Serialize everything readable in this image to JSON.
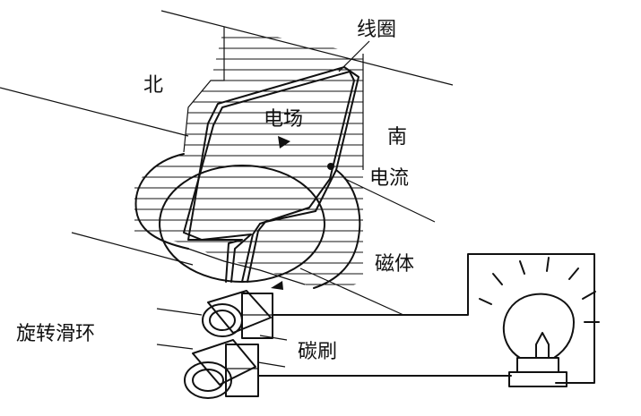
{
  "labels": {
    "coil": "线圈",
    "north": "北",
    "electric_field": "电场",
    "south": "南",
    "current": "电流",
    "magnet": "磁体",
    "slip_rings": "旋转滑环",
    "carbon_brush": "碳刷"
  },
  "icons": [
    "lamp-icon"
  ]
}
